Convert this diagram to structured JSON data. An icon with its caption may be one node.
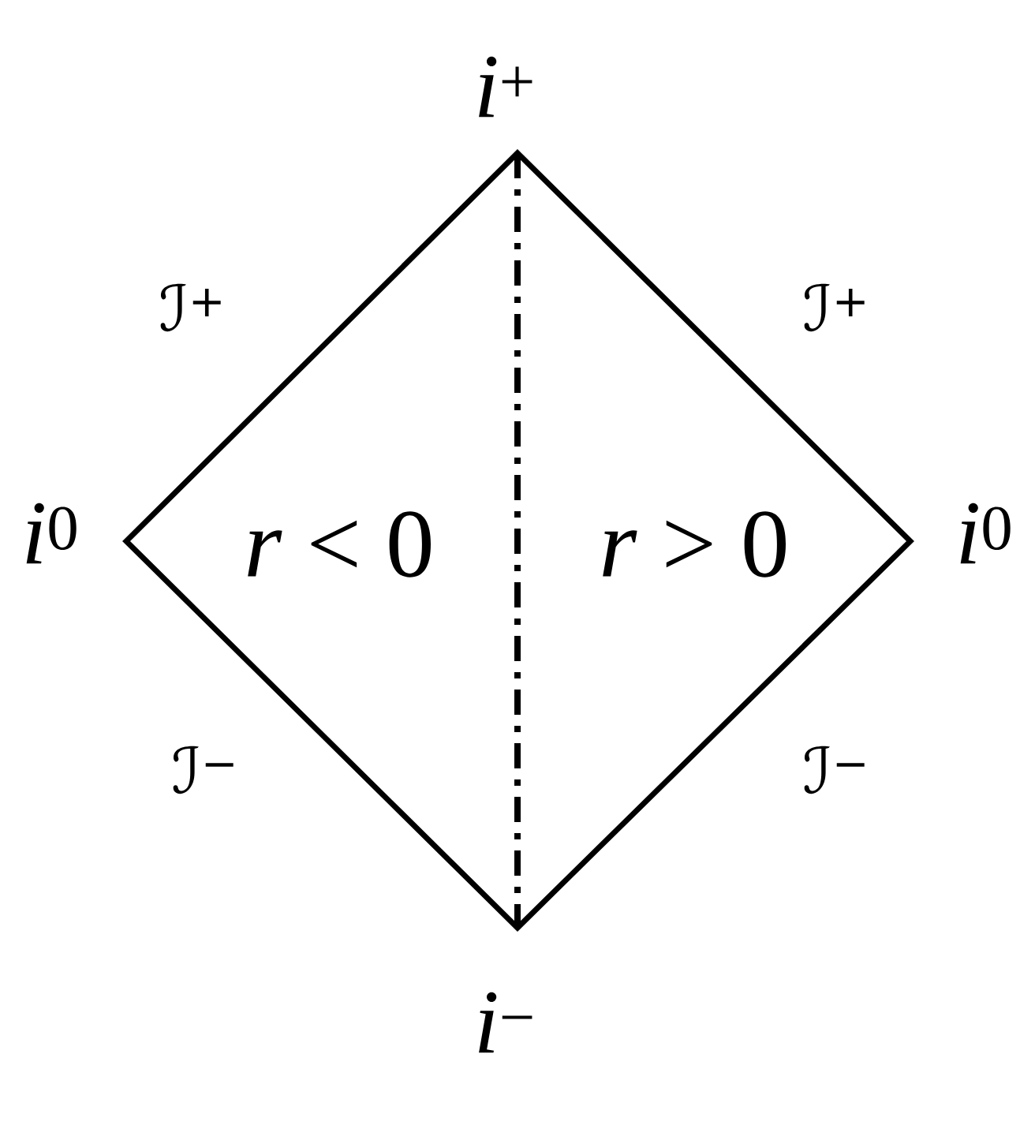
{
  "diagram": {
    "nodes": [
      {
        "text": [
          "*r* < 0",
          "*r* > 0"
        ]
      }
    ],
    "labels": [
      "*i*$^{+}$",
      "ℐ$^{+}$",
      "ℐ$^{+}$",
      "*i*$^{0}$",
      "*i*$^{0}$",
      "ℐ$^{−}$",
      "ℐ$^{−}$",
      "*i*$^{−}$"
    ]
  }
}
